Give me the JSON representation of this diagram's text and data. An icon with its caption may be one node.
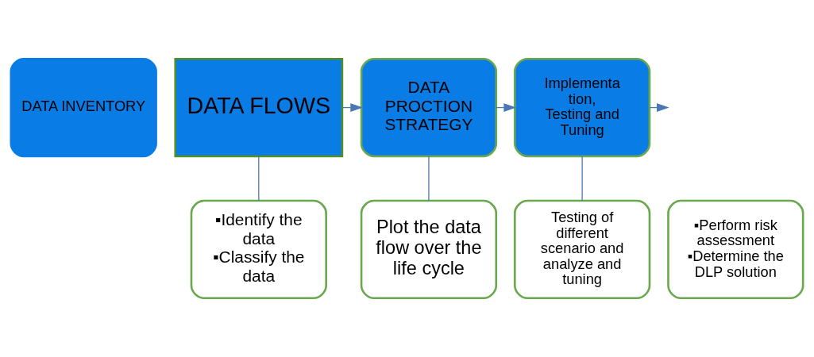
{
  "diagram": {
    "nodes": [
      {
        "text": [
          "DATA INVENTORY"
        ]
      },
      {
        "text": [
          "DATA FLOWS"
        ]
      },
      {
        "text": [
          "DATA PROCTION STRATEGY"
        ]
      },
      {
        "text": [
          "Implementa tion, Testing and Tuning"
        ]
      },
      {
        "text": [
          "▪Identify the data",
          "▪Classify the data"
        ]
      },
      {
        "text": [
          "Plot the data flow over the life cycle"
        ]
      },
      {
        "text": [
          "▪Perform risk assessment",
          "▪Determine the DLP solution"
        ]
      },
      {
        "text": [
          "Testing of different scenario and analyze and tuning"
        ]
      }
    ],
    "edges": [
      {
        "from": 1,
        "to": 2,
        "arrow": "to"
      },
      {
        "from": 2,
        "to": 3,
        "arrow": "to"
      },
      {
        "from": 3,
        "to": null,
        "arrow": "to"
      },
      {
        "from": 1,
        "to": 4,
        "arrow": "none"
      },
      {
        "from": 2,
        "to": 5,
        "arrow": "none"
      },
      {
        "from": 3,
        "to": 7,
        "arrow": "none"
      }
    ]
  }
}
